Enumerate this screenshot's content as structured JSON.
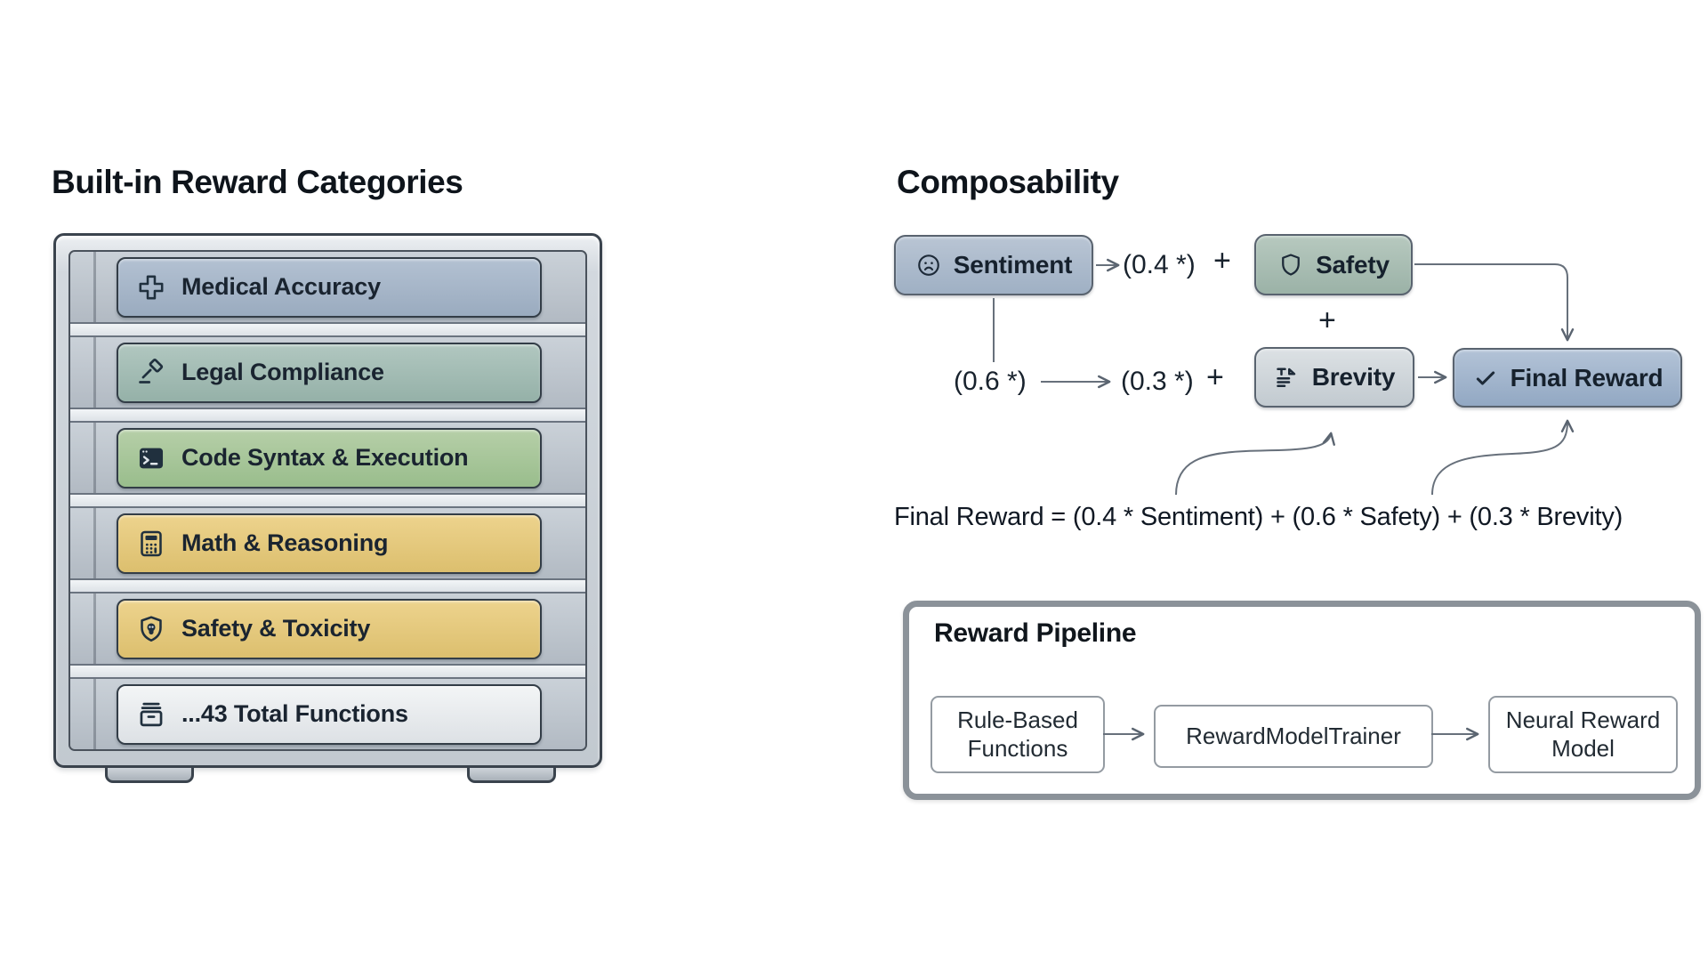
{
  "left_panel": {
    "title": "Built-in Reward Categories",
    "drawers": [
      {
        "label": "Medical Accuracy",
        "icon": "medical-cross-icon",
        "color": "#a7b6c9"
      },
      {
        "label": "Legal Compliance",
        "icon": "gavel-icon",
        "color": "#a3bcb4"
      },
      {
        "label": "Code Syntax & Execution",
        "icon": "terminal-icon",
        "color": "#a8c59a"
      },
      {
        "label": "Math & Reasoning",
        "icon": "calculator-icon",
        "color": "#e4c97e"
      },
      {
        "label": "Safety & Toxicity",
        "icon": "shield-skull-icon",
        "color": "#e4c97e"
      },
      {
        "label": "...43 Total Functions",
        "icon": "archive-box-icon",
        "color": "#e9ebee"
      }
    ]
  },
  "composability": {
    "title": "Composability",
    "nodes": {
      "sentiment": {
        "label": "Sentiment",
        "icon": "frown-face-icon",
        "color": "#a9b8cb"
      },
      "safety": {
        "label": "Safety",
        "icon": "shield-icon",
        "color": "#a8bcb1"
      },
      "brevity": {
        "label": "Brevity",
        "icon": "text-summary-icon",
        "color": "#ccd3d8"
      },
      "final_reward": {
        "label": "Final Reward",
        "icon": "check-icon",
        "color": "#a0b4cd"
      }
    },
    "operators": {
      "weight_sentiment": "(0.4 *)",
      "plus_top": "+",
      "plus_mid": "+",
      "weight_safety": "(0.6 *)",
      "weight_brevity": "(0.3 *)",
      "plus_row2": "+"
    },
    "formula": "Final Reward = (0.4 * Sentiment) + (0.6 * Safety) + (0.3 * Brevity)"
  },
  "pipeline": {
    "title": "Reward Pipeline",
    "stages": [
      {
        "label": "Rule-Based Functions"
      },
      {
        "label": "RewardModelTrainer"
      },
      {
        "label": "Neural Reward Model"
      }
    ]
  }
}
